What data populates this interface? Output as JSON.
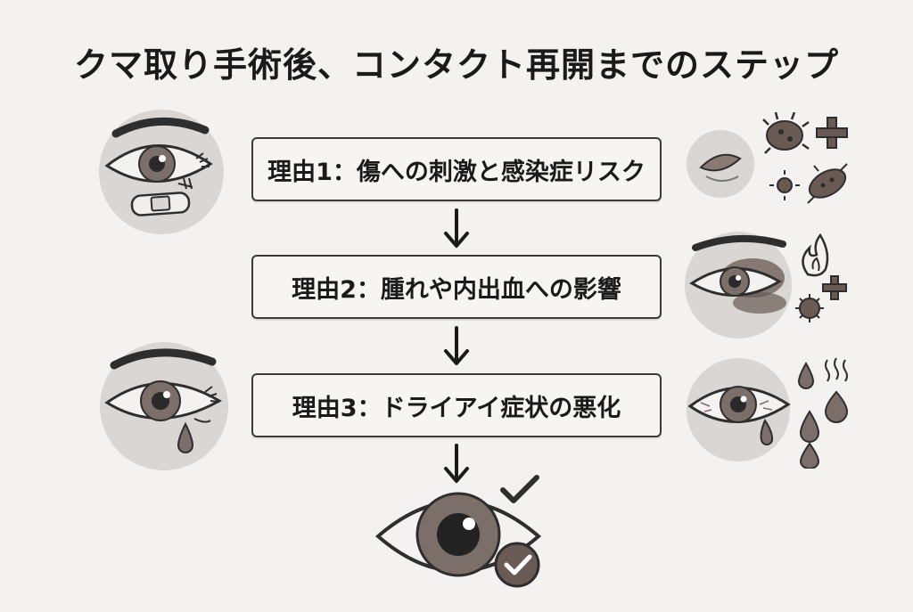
{
  "title": "クマ取り手術後、コンタクト再開までのステップ",
  "steps": [
    {
      "label": "理由1：傷への刺激と感染症リスク"
    },
    {
      "label": "理由2：腫れや内出血への影響"
    },
    {
      "label": "理由3：ドライアイ症状の悪化"
    }
  ],
  "colors": {
    "circle": "#d9d6d3",
    "line": "#2e2e2e",
    "iris": "#7c6e68",
    "dark": "#5a4a45"
  },
  "icons": {
    "left1": "bandaged-eye-icon",
    "right1": "wound-and-bacteria-icon",
    "right2": "swollen-bruised-eye-icon",
    "left3": "teary-eye-icon",
    "right3": "dry-red-eye-icon",
    "bottom": "healthy-eye-check-icon"
  }
}
